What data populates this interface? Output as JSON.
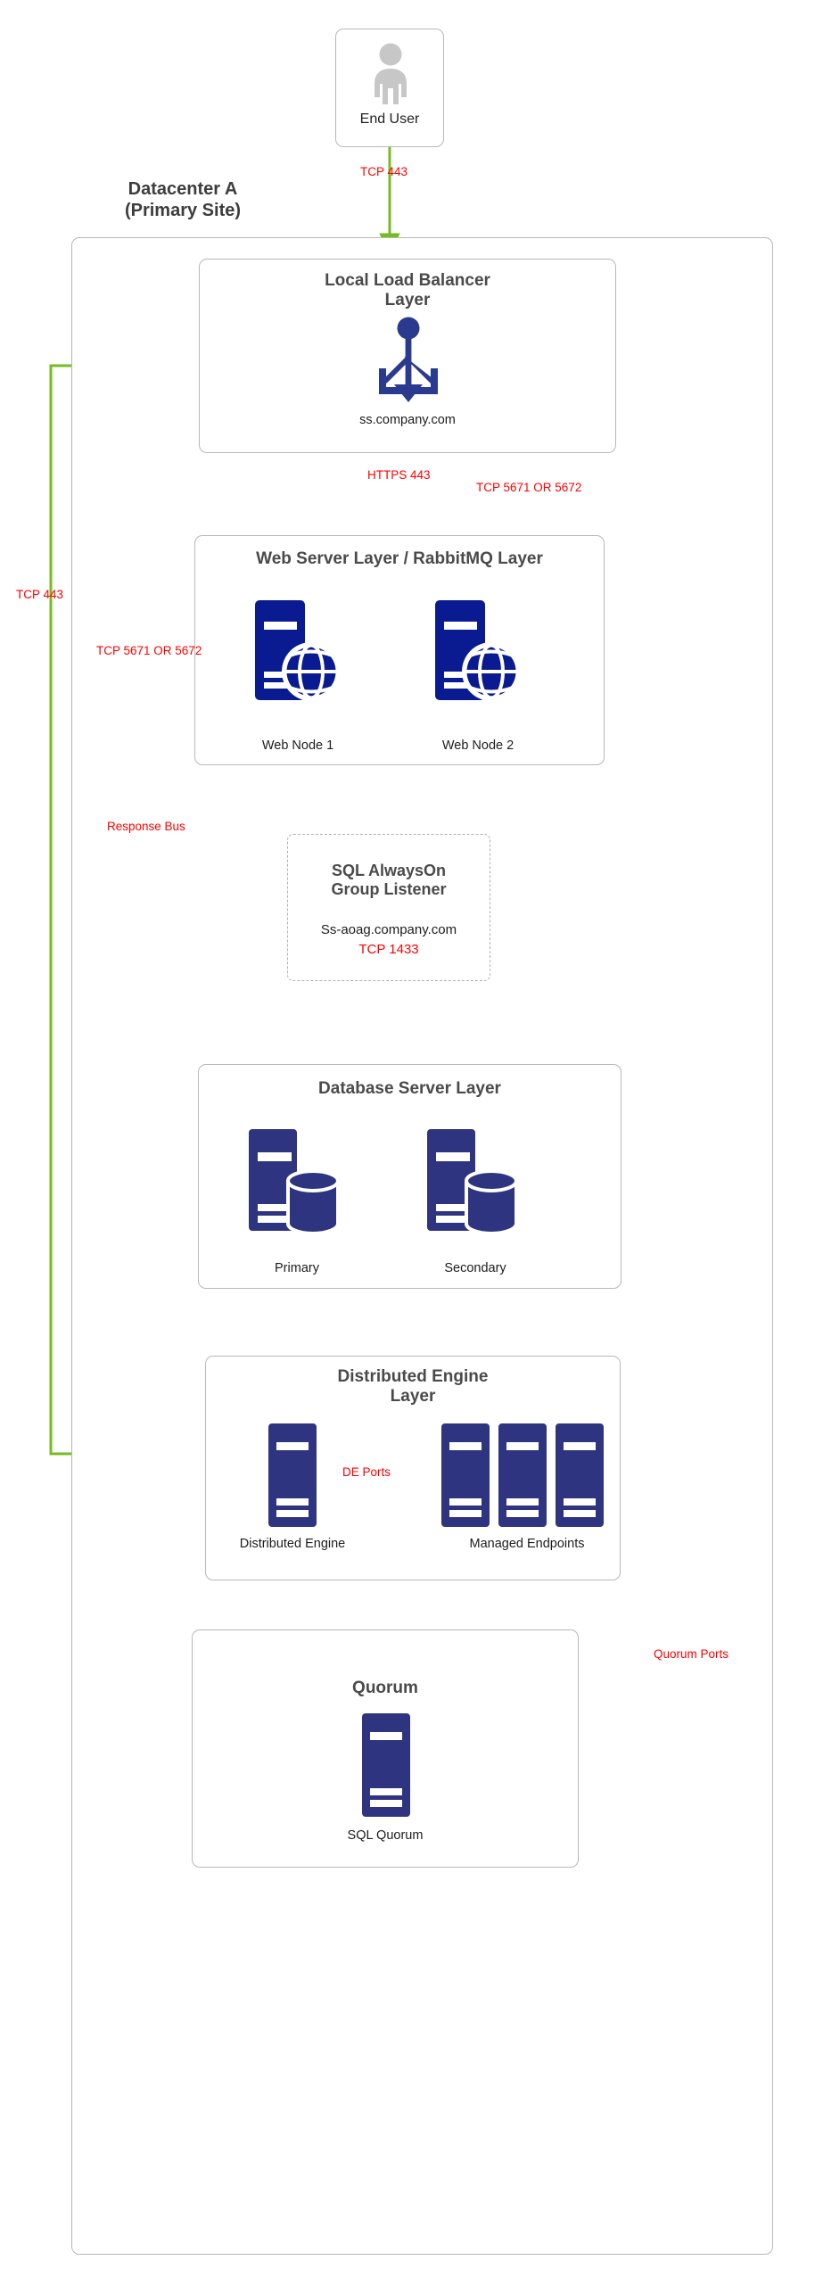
{
  "diagram": {
    "title": "Datacenter A (Primary Site) architecture",
    "datacenter_label_line1": "Datacenter A",
    "datacenter_label_line2": "(Primary Site)",
    "colors": {
      "server_blue": "#0a1a91",
      "db_blue": "#2e3480",
      "flow_green": "#76bc21",
      "port_label_red": "#ff0000",
      "box_border": "#b6b8ba",
      "title_gray": "#4a4a4a",
      "user_gray": "#c7c7c7"
    }
  },
  "end_user": {
    "label": "End User",
    "icon": "person-icon"
  },
  "load_balancer": {
    "title_line1": "Local Load Balancer",
    "title_line2": "Layer",
    "fqdn": "ss.company.com",
    "icon": "load-balancer-split-arrows-icon"
  },
  "web_layer": {
    "title": "Web Server Layer / RabbitMQ Layer",
    "nodes": [
      {
        "label": "Web Node 1",
        "icon": "web-server-globe-icon"
      },
      {
        "label": "Web Node 2",
        "icon": "web-server-globe-icon"
      }
    ]
  },
  "sql_listener": {
    "title_line1": "SQL AlwaysOn",
    "title_line2": "Group Listener",
    "fqdn": "Ss-aoag.company.com",
    "port": "TCP 1433"
  },
  "database_layer": {
    "title": "Database Server Layer",
    "nodes": [
      {
        "label": "Primary",
        "icon": "database-server-icon"
      },
      {
        "label": "Secondary",
        "icon": "database-server-icon"
      }
    ]
  },
  "distributed_engine_layer": {
    "title_line1": "Distributed Engine",
    "title_line2": "Layer",
    "engine_label": "Distributed Engine",
    "endpoints_label": "Managed Endpoints",
    "endpoint_count": 3,
    "engine_icon": "server-rack-icon",
    "endpoint_icon": "server-rack-icon"
  },
  "quorum_layer": {
    "title": "Quorum",
    "node_label": "SQL Quorum",
    "icon": "server-rack-icon"
  },
  "connections": [
    {
      "id": "user-to-lb",
      "label": "TCP 443",
      "direction": "down"
    },
    {
      "id": "lb-to-web",
      "label": "HTTPS 443",
      "direction": "down"
    },
    {
      "id": "lb-web-rabbit",
      "label": "TCP 5671 OR 5672",
      "direction": "bidirectional"
    },
    {
      "id": "de-to-lb-443",
      "label": "TCP 443",
      "direction": "up-left-return"
    },
    {
      "id": "de-to-lb-rabbit",
      "label": "TCP 5671 OR 5672",
      "direction": "up-left-return"
    },
    {
      "id": "response-bus",
      "label": "Response Bus",
      "direction": "up-left-return"
    },
    {
      "id": "de-to-endpoints",
      "label": "DE Ports",
      "direction": "right"
    },
    {
      "id": "db-to-quorum",
      "label": "Quorum Ports",
      "direction": "right-down-left"
    }
  ]
}
